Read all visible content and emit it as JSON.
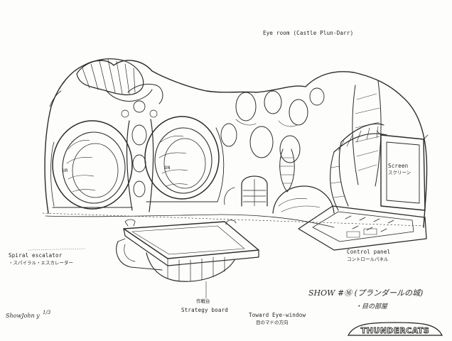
{
  "title": "Eye room (Castle Plun-Darr)",
  "labels": {
    "screen": "Screen",
    "screen_jp": "スクリーン",
    "spiral_escalator": "Spiral escalator",
    "spiral_escalator_jp": "・スパイラル・エスカレーター",
    "control_panel": "Control panel",
    "control_panel_jp": "コントロールパネル",
    "strategy_board_jp": "作戦台",
    "strategy_board": "Strategy board",
    "toward_eye_window": "Toward Eye-window",
    "toward_eye_window_jp": "目のマドの方向",
    "door_mark_left": "UR",
    "door_mark_right": "DN"
  },
  "show_note": {
    "line1": "SHOW #⑯ (プランダールの城)",
    "line2": "・目の部屋"
  },
  "signature": "ShowJohn y",
  "page_number": "1/3",
  "logo_text": "THUNDERCATS"
}
